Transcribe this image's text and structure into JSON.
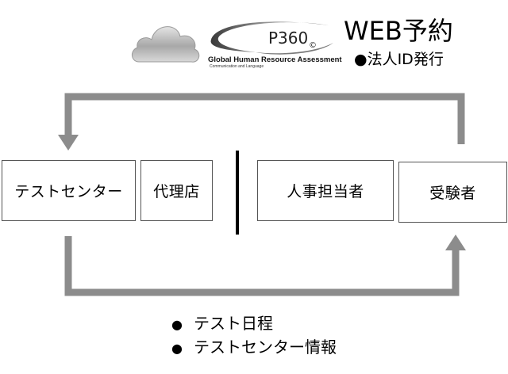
{
  "header": {
    "logo_icon": "cloud-icon",
    "logo_text": "P360",
    "copyright_mark": "©",
    "org_name": "Global Human Resource Assessment",
    "org_sub": "Communication and Language",
    "title": "WEB予約",
    "subtitle": "●法人ID発行"
  },
  "nodes": {
    "test_center": "テストセンター",
    "agency": "代理店",
    "hr_manager": "人事担当者",
    "examinee": "受験者"
  },
  "info_items": [
    "テスト日程",
    "テストセンター情報"
  ],
  "colors": {
    "arrow": "#8c8c8c",
    "divider": "#000000",
    "box_border": "#555555"
  }
}
